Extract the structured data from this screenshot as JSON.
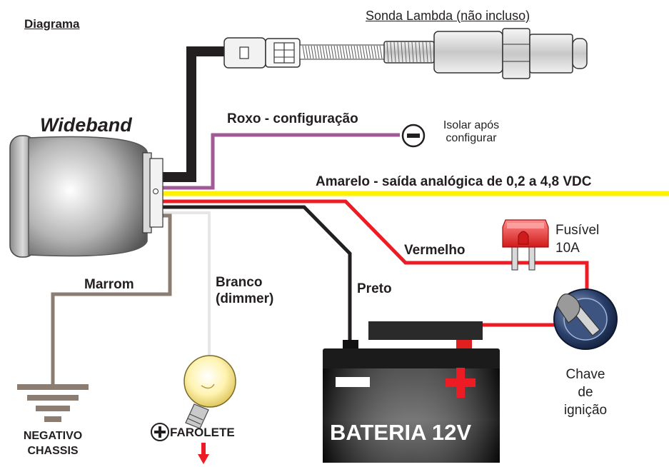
{
  "title": "Diagrama",
  "sensor": {
    "label": "Sonda Lambda (não incluso)"
  },
  "gauge": {
    "label": "Wideband"
  },
  "wires": {
    "purple": "Roxo - configuração",
    "yellow": "Amarelo - saída analógica de 0,2 a 4,8 VDC",
    "red": "Vermelho",
    "black": "Preto",
    "brown": "Marrom",
    "white_line1": "Branco",
    "white_line2": "(dimmer)"
  },
  "isolate": {
    "line1": "Isolar após",
    "line2": "configurar"
  },
  "fuse": {
    "line1": "Fusível",
    "line2": "10A"
  },
  "ignition": {
    "line1": "Chave",
    "line2": "de",
    "line3": "ignição"
  },
  "battery": {
    "label": "BATERIA 12V"
  },
  "ground": {
    "line1": "NEGATIVO",
    "line2": "CHASSIS"
  },
  "lamp": {
    "label": "FAROLETE"
  },
  "colors": {
    "black_wire": "#231f20",
    "purple_wire": "#a05a95",
    "yellow_wire": "#fff200",
    "red_wire": "#ed1c24",
    "brown_wire": "#8b7d72",
    "gray_wire": "#cfcfcf"
  }
}
